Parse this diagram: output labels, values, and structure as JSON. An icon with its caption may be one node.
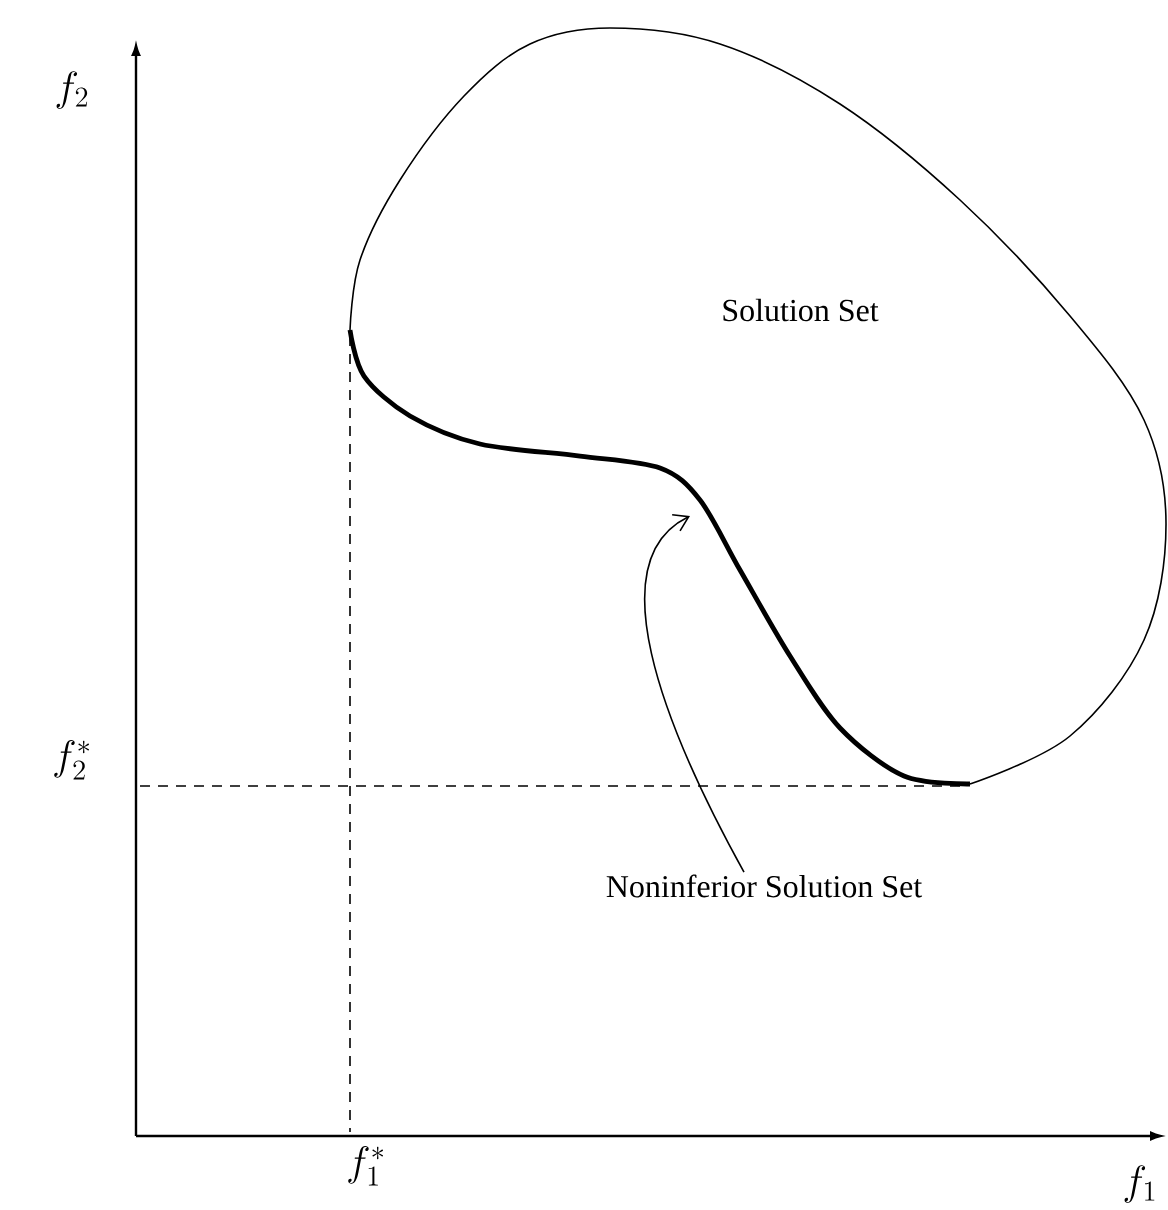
{
  "diagram": {
    "nodes": [
      {
        "text": [
          "Solution Set"
        ]
      },
      {
        "text": [
          "Noninferior Solution Set"
        ]
      }
    ],
    "edges": [
      {
        "from": 1,
        "to": 0,
        "arrow": "to"
      }
    ],
    "labels": [
      "f_2",
      "f_2^*",
      "f_1^*",
      "f_1"
    ]
  }
}
